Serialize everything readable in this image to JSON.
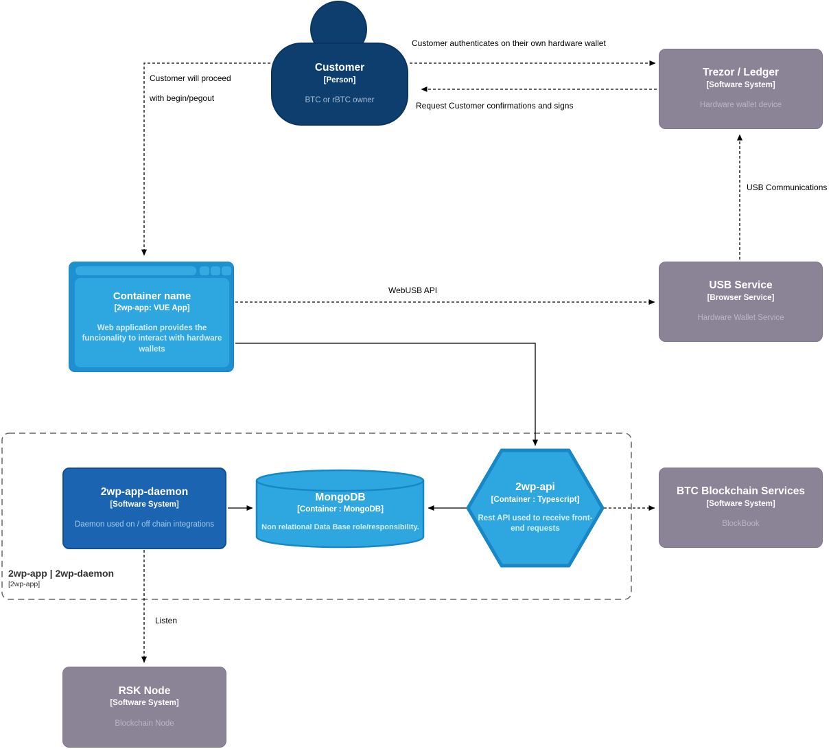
{
  "nodes": {
    "customer": {
      "title": "Customer",
      "subtitle": "[Person]",
      "description": "BTC or rBTC owner"
    },
    "trezor": {
      "title": "Trezor / Ledger",
      "subtitle": "[Software System]",
      "description": "Hardware wallet device"
    },
    "webapp": {
      "title": "Container name",
      "subtitle": "[2wp-app: VUE App]",
      "description": "Web application provides the funcionality to interact with hardware wallets"
    },
    "usb_service": {
      "title": "USB Service",
      "subtitle": "[Browser Service]",
      "description": "Hardware Wallet Service"
    },
    "daemon": {
      "title": "2wp-app-daemon",
      "subtitle": "[Software System]",
      "description": "Daemon used on / off chain integrations"
    },
    "mongodb": {
      "title": "MongoDB",
      "subtitle": "[Container : MongoDB]",
      "description": "Non relational Data Base role/responsibility."
    },
    "api": {
      "title": "2wp-api",
      "subtitle": "[Container : Typescript]",
      "description": "Rest API used to receive front-end requests"
    },
    "btc": {
      "title": "BTC Blockchain Services",
      "subtitle": "[Software System]",
      "description": "BlockBook"
    },
    "rsk": {
      "title": "RSK Node",
      "subtitle": "[Software System]",
      "description": "Blockchain Node"
    }
  },
  "boundary": {
    "title": "2wp-app | 2wp-daemon",
    "subtitle": "[2wp-app]"
  },
  "edges": {
    "auth": "Customer authenticates on their own hardware wallet",
    "confirm": "Request Customer confirmations and signs",
    "proceed_line1": "Customer will proceed",
    "proceed_line2": "with begin/pegout",
    "usb_comm": "USB Communications",
    "webusb": "WebUSB API",
    "listen": "Listen"
  },
  "colors": {
    "person_fill": "#0e3e6e",
    "software_system_fill": "#8b8396",
    "container_fill": "#2ea7e0",
    "container_border": "#1787c7",
    "daemon_fill": "#1a64b2",
    "edge_color": "#000000",
    "boundary_color": "#666666"
  }
}
